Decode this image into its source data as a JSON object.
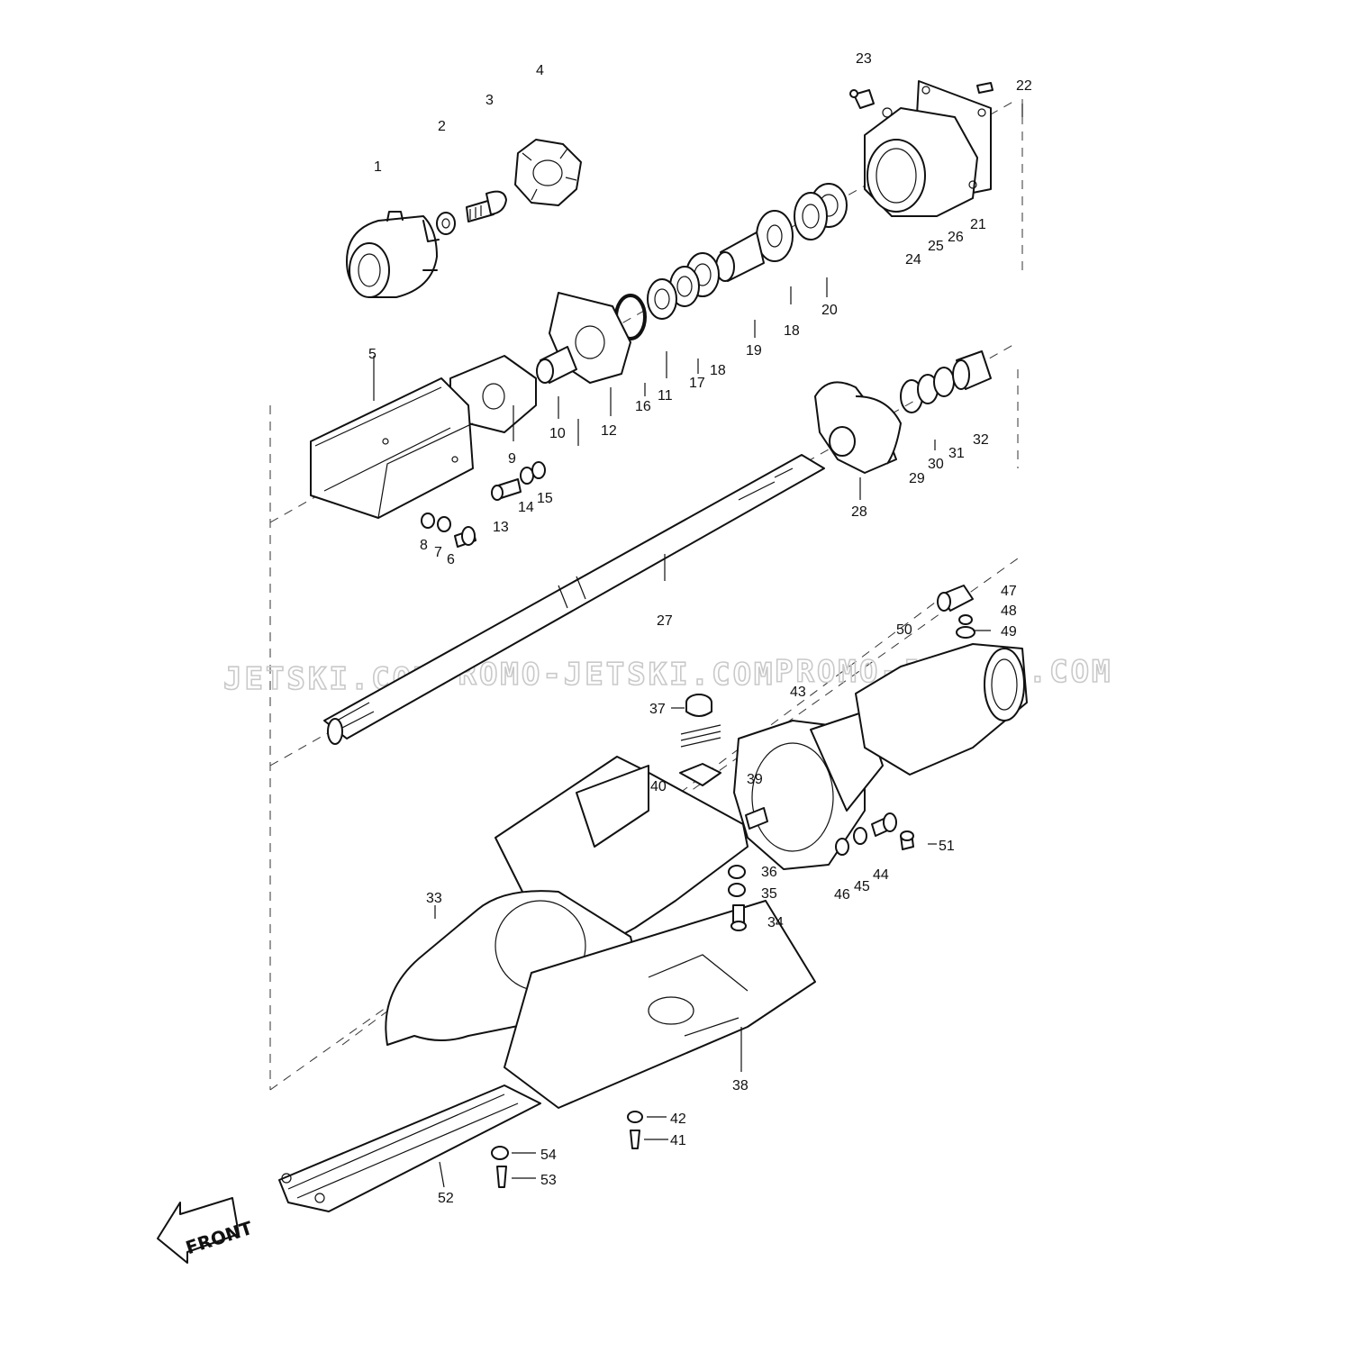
{
  "watermark": {
    "text_1": "JETSKI.COM",
    "text_2": "PROMO-JETSKI.COM",
    "text_3": "PROMO-JETSKI.COM"
  },
  "front_label": "FRONT",
  "parts": [
    {
      "label": "1"
    },
    {
      "label": "2"
    },
    {
      "label": "3"
    },
    {
      "label": "4"
    },
    {
      "label": "5"
    },
    {
      "label": "6"
    },
    {
      "label": "7"
    },
    {
      "label": "8"
    },
    {
      "label": "9"
    },
    {
      "label": "10"
    },
    {
      "label": "11"
    },
    {
      "label": "12"
    },
    {
      "label": "13"
    },
    {
      "label": "14"
    },
    {
      "label": "15"
    },
    {
      "label": "16"
    },
    {
      "label": "17"
    },
    {
      "label": "18"
    },
    {
      "label": "18"
    },
    {
      "label": "19"
    },
    {
      "label": "20"
    },
    {
      "label": "21"
    },
    {
      "label": "22"
    },
    {
      "label": "23"
    },
    {
      "label": "24"
    },
    {
      "label": "25"
    },
    {
      "label": "26"
    },
    {
      "label": "27"
    },
    {
      "label": "28"
    },
    {
      "label": "29"
    },
    {
      "label": "30"
    },
    {
      "label": "31"
    },
    {
      "label": "32"
    },
    {
      "label": "33"
    },
    {
      "label": "34"
    },
    {
      "label": "35"
    },
    {
      "label": "36"
    },
    {
      "label": "37"
    },
    {
      "label": "38"
    },
    {
      "label": "39"
    },
    {
      "label": "40"
    },
    {
      "label": "41"
    },
    {
      "label": "42"
    },
    {
      "label": "43"
    },
    {
      "label": "44"
    },
    {
      "label": "45"
    },
    {
      "label": "46"
    },
    {
      "label": "47"
    },
    {
      "label": "48"
    },
    {
      "label": "49"
    },
    {
      "label": "50"
    },
    {
      "label": "51"
    },
    {
      "label": "52"
    },
    {
      "label": "53"
    },
    {
      "label": "54"
    }
  ]
}
